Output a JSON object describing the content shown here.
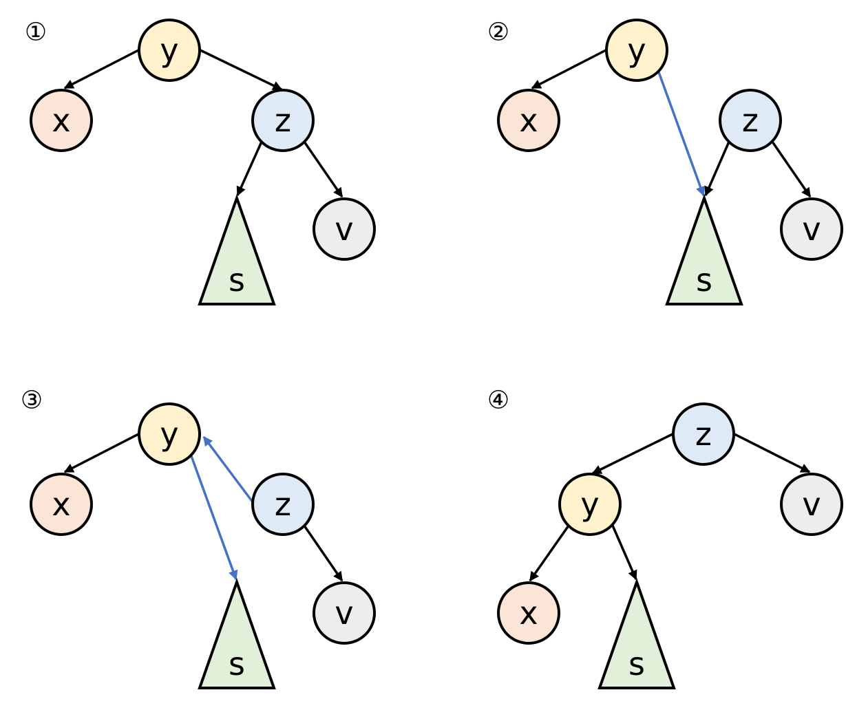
{
  "colors": {
    "y": "#FFF2CC",
    "x": "#FBE5D6",
    "z": "#DEEBF7",
    "v": "#EDEDED",
    "s": "#E2F0D9",
    "edge": "#000000",
    "highlight": "#4472C4"
  },
  "panels": [
    {
      "step": "①",
      "nodes": {
        "y": "y",
        "x": "x",
        "z": "z",
        "v": "v"
      },
      "subtree": "s"
    },
    {
      "step": "②",
      "nodes": {
        "y": "y",
        "x": "x",
        "z": "z",
        "v": "v"
      },
      "subtree": "s"
    },
    {
      "step": "③",
      "nodes": {
        "y": "y",
        "x": "x",
        "z": "z",
        "v": "v"
      },
      "subtree": "s"
    },
    {
      "step": "④",
      "nodes": {
        "z": "z",
        "y": "y",
        "v": "v",
        "x": "x"
      },
      "subtree": "s"
    }
  ]
}
